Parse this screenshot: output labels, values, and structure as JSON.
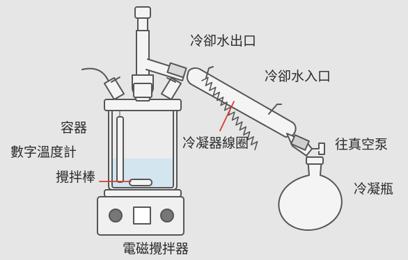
{
  "labels": {
    "coolant_out": "冷卻水出口",
    "coolant_in": "冷卻水入口",
    "container": "容器",
    "thermometer": "數字溫度計",
    "stir_bar": "攪拌棒",
    "condenser_coil": "冷凝器線圈",
    "to_vacuum": "往真空泵",
    "cold_trap": "冷凝瓶",
    "magnetic_stirrer": "電磁攪拌器"
  },
  "colors": {
    "background": "#e6e6e6",
    "outline": "#555555",
    "glass_fill": "#f4f4f4",
    "liquid": "#b9d9ec",
    "pointer": "#d83a2e"
  }
}
